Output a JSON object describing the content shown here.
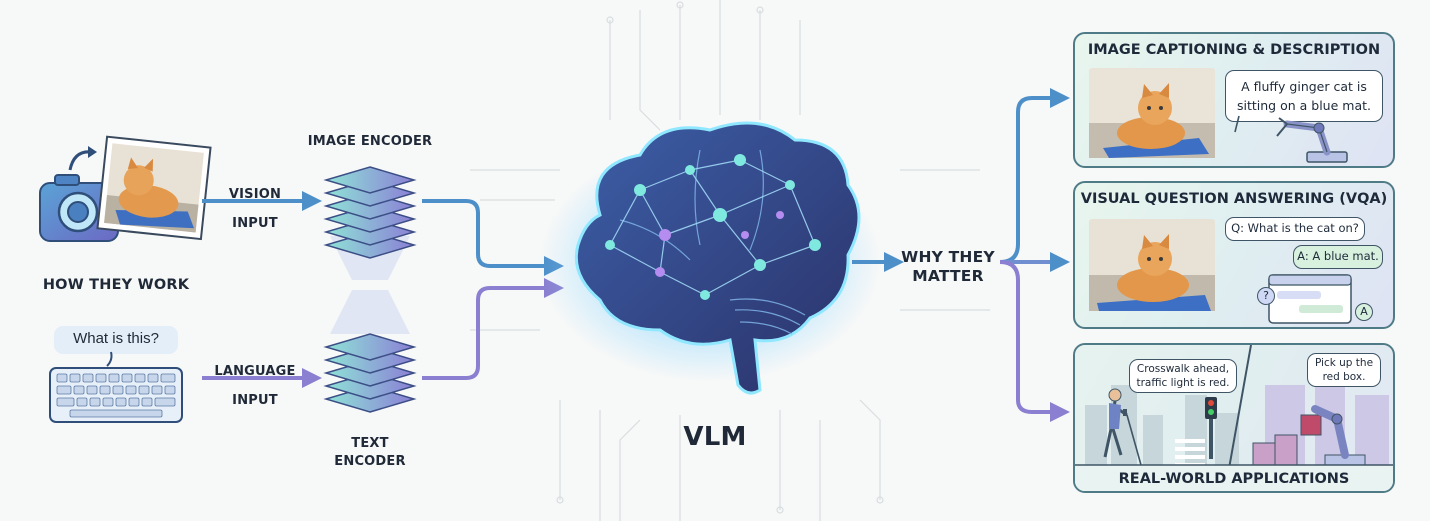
{
  "left": {
    "how_label": "HOW THEY WORK",
    "speech_bubble": "What is this?",
    "vision_input": [
      "VISION",
      "INPUT"
    ],
    "language_input": [
      "LANGUAGE",
      "INPUT"
    ],
    "image_encoder": "IMAGE ENCODER",
    "text_encoder": [
      "TEXT",
      "ENCODER"
    ]
  },
  "center": {
    "vlm_label": "VLM",
    "why_label": [
      "WHY THEY",
      "MATTER"
    ]
  },
  "panels": {
    "captioning": {
      "title": "IMAGE CAPTIONING & DESCRIPTION",
      "caption": "A fluffy ginger cat is sitting on a blue mat."
    },
    "vqa": {
      "title": "VISUAL QUESTION ANSWERING (VQA)",
      "question": "Q: What is the cat on?",
      "answer": "A: A blue mat.",
      "q_badge": "?",
      "a_badge": "A"
    },
    "applications": {
      "title": "REAL-WORLD APPLICATIONS",
      "walker_bubble": "Crosswalk ahead, traffic light is red.",
      "robot_bubble": "Pick up the red box."
    }
  },
  "colors": {
    "arrow_blue": "#4d8fc9",
    "arrow_purple": "#8a7fd0",
    "panel_border": "#4f7b87",
    "brain_dark": "#2c3f78",
    "node_teal": "#7fe9e0",
    "node_purple": "#b58cf0"
  }
}
